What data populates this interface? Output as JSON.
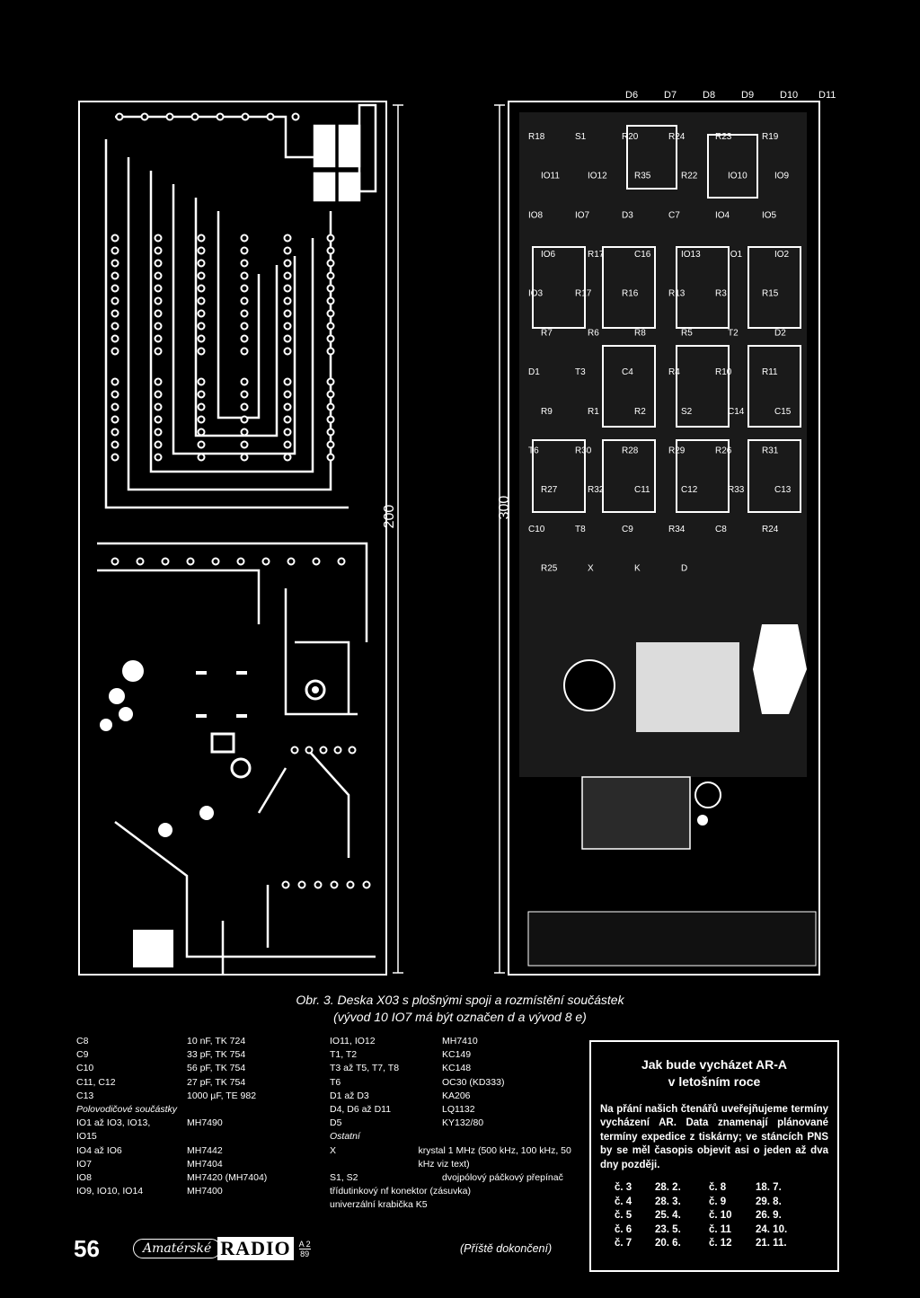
{
  "figure": {
    "left_board": {
      "dimension_label": "200"
    },
    "right_board": {
      "dimension_label": "300",
      "diode_labels": [
        "D6",
        "D7",
        "D8",
        "D9",
        "D10",
        "D11"
      ],
      "component_labels": [
        "R18",
        "S1",
        "R20",
        "R24",
        "R23",
        "R19",
        "IO11",
        "IO12",
        "R35",
        "R22",
        "IO10",
        "IO9",
        "IO8",
        "IO7",
        "D3",
        "C7",
        "IO4",
        "IO5",
        "IO6",
        "R17",
        "C16",
        "IO13",
        "IO1",
        "IO2",
        "IO3",
        "R17",
        "R16",
        "R13",
        "R3",
        "R15",
        "R7",
        "R6",
        "R8",
        "R5",
        "T2",
        "D2",
        "D1",
        "T3",
        "C4",
        "R4",
        "R10",
        "R11",
        "R9",
        "R1",
        "R2",
        "S2",
        "C14",
        "C15",
        "T6",
        "R30",
        "R28",
        "R29",
        "R26",
        "R31",
        "R27",
        "R32",
        "C11",
        "C12",
        "R33",
        "C13",
        "C10",
        "T8",
        "C9",
        "R34",
        "C8",
        "R24",
        "R25",
        "X",
        "K",
        "D"
      ]
    }
  },
  "caption": {
    "line1": "Obr. 3. Deska X03 s plošnými spoji a rozmístění součástek",
    "line2": "(vývod 10 IO7 má být označen d a vývod 8 e)"
  },
  "parts_col1": [
    {
      "ref": "C8",
      "value": "10 nF, TK 724"
    },
    {
      "ref": "C9",
      "value": "33 pF, TK 754"
    },
    {
      "ref": "C10",
      "value": "56 pF, TK 754"
    },
    {
      "ref": "C11, C12",
      "value": "27 pF, TK 754"
    },
    {
      "ref": "C13",
      "value": "1000 µF, TE 982"
    },
    {
      "ref": "Polovodičové součástky",
      "value": "",
      "italic": true
    },
    {
      "ref": "IO1 až IO3, IO13,",
      "value": "MH7490"
    },
    {
      "ref": "IO15",
      "value": ""
    },
    {
      "ref": "IO4 až IO6",
      "value": "MH7442"
    },
    {
      "ref": "IO7",
      "value": "MH7404"
    },
    {
      "ref": "IO8",
      "value": "MH7420 (MH7404)"
    },
    {
      "ref": "IO9, IO10, IO14",
      "value": "MH7400"
    }
  ],
  "parts_col2": [
    {
      "ref": "IO11, IO12",
      "value": "MH7410"
    },
    {
      "ref": "T1, T2",
      "value": "KC149"
    },
    {
      "ref": "T3 až T5, T7, T8",
      "value": "KC148"
    },
    {
      "ref": "T6",
      "value": "OC30 (KD333)"
    },
    {
      "ref": "D1 až D3",
      "value": "KA206"
    },
    {
      "ref": "D4, D6 až D11",
      "value": "LQ1132"
    },
    {
      "ref": "D5",
      "value": "KY132/80"
    },
    {
      "ref": "Ostatní",
      "value": "",
      "italic": true
    },
    {
      "ref": "X",
      "value": "krystal 1 MHz (500 kHz, 100 kHz, 50 kHz viz text)"
    },
    {
      "ref": "S1, S2",
      "value": "dvojpólový páčkový přepínač"
    }
  ],
  "parts_tail": [
    "třídutinkový nf konektor (zásuvka)",
    "univerzální krabička K5"
  ],
  "next_note": "(Příště dokončení)",
  "box": {
    "title_line1": "Jak bude vycházet AR-A",
    "title_line2": "v letošním roce",
    "text": "Na přání našich čtenářů uveřejňujeme termíny vycházení AR. Data znamenají plánované termíny expedice z tiskárny; ve stáncích PNS by se měl časopis objevit asi o jeden až dva dny později.",
    "schedule": [
      [
        "č. 3",
        "28. 2.",
        "č. 8",
        "18. 7."
      ],
      [
        "č. 4",
        "28. 3.",
        "č. 9",
        "29. 8."
      ],
      [
        "č. 5",
        "25. 4.",
        "č. 10",
        "26. 9."
      ],
      [
        "č. 6",
        "23. 5.",
        "č. 11",
        "24. 10."
      ],
      [
        "č. 7",
        "20. 6.",
        "č. 12",
        "21. 11."
      ]
    ]
  },
  "footer": {
    "page_number": "56",
    "logo_script": "Amatérské",
    "logo_word": "RADIO",
    "issue_top": "A 2",
    "issue_bottom": "89"
  }
}
